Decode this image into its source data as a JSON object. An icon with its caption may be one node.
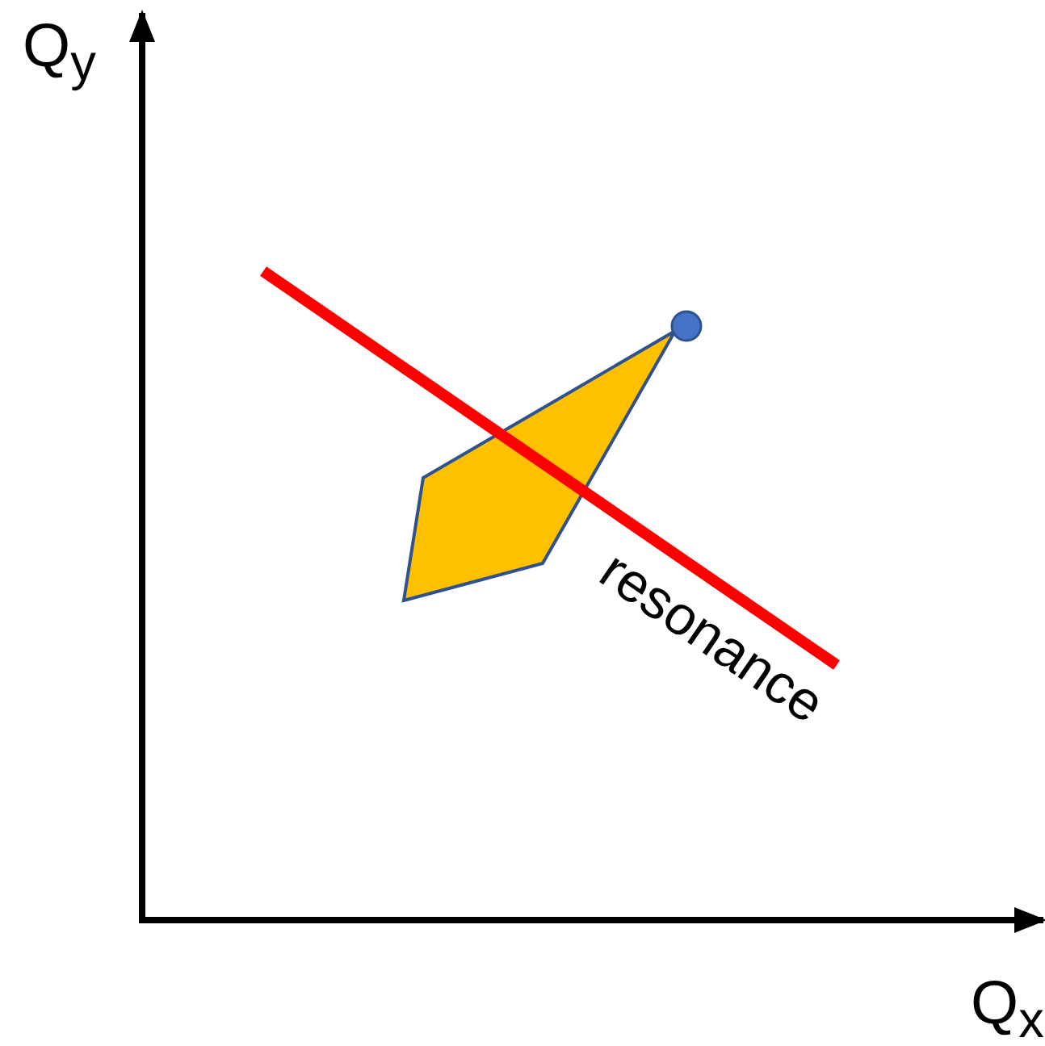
{
  "diagram": {
    "labels": [
      "Q$_{y}$",
      "resonance",
      "Q$_{x}$"
    ]
  }
}
